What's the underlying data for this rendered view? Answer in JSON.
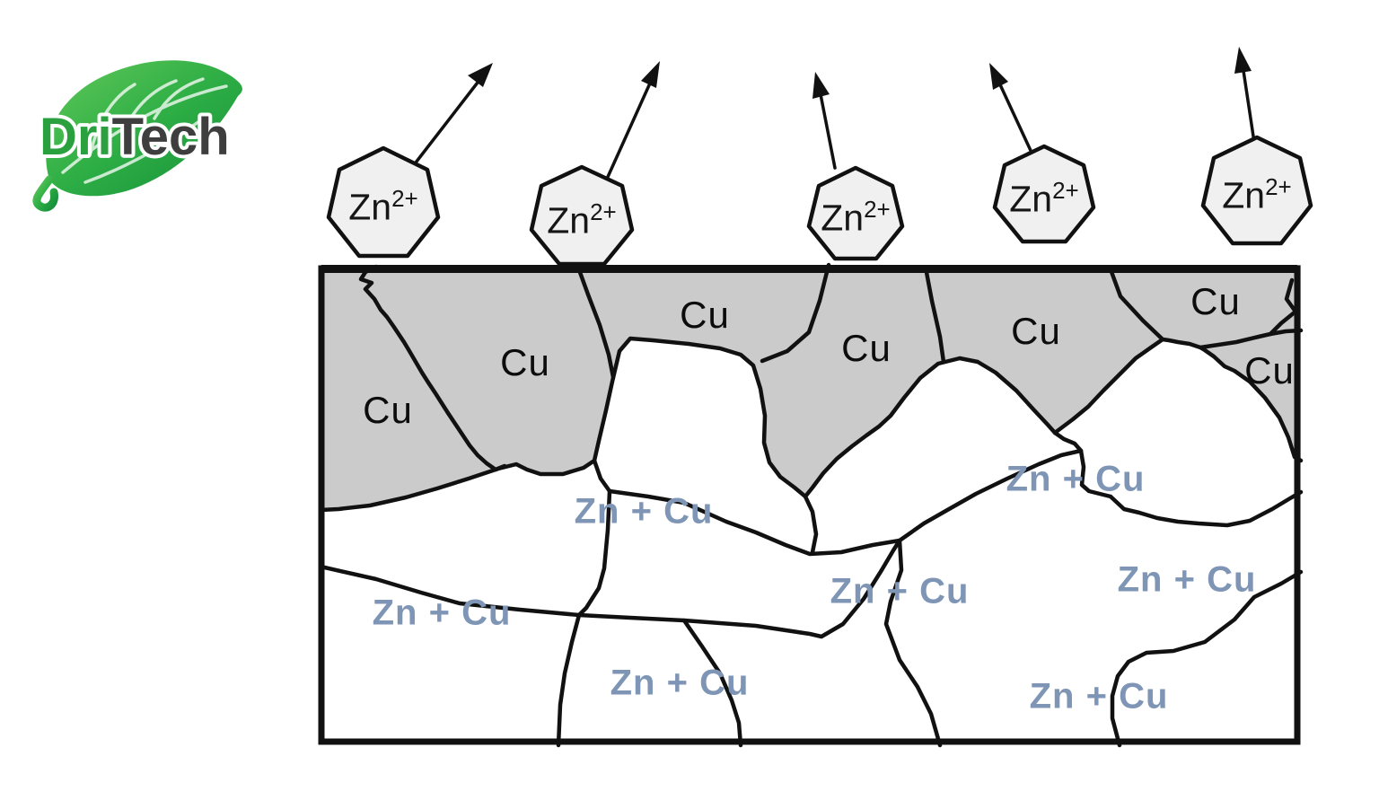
{
  "logo": {
    "brand_prefix": "Dri",
    "brand_suffix": "Tech"
  },
  "diagram": {
    "ions": [
      {
        "symbol": "Zn",
        "charge": "2+"
      },
      {
        "symbol": "Zn",
        "charge": "2+"
      },
      {
        "symbol": "Zn",
        "charge": "2+"
      },
      {
        "symbol": "Zn",
        "charge": "2+"
      },
      {
        "symbol": "Zn",
        "charge": "2+"
      }
    ],
    "cu_labels": [
      "Cu",
      "Cu",
      "Cu",
      "Cu",
      "Cu",
      "Cu",
      "Cu"
    ],
    "alloy_labels": [
      "Zn + Cu",
      "Zn + Cu",
      "Zn + Cu",
      "Zn + Cu",
      "Zn + Cu",
      "Zn + Cu",
      "Zn + Cu"
    ],
    "colors": {
      "copper_grain": "#cbcbcb",
      "alloy_text": "#7e95b5",
      "line": "#111111",
      "ion_fill": "#f0f0f0",
      "leaf_green": "#2aa13e",
      "brand_suffix_color": "#3e3e3e"
    }
  }
}
